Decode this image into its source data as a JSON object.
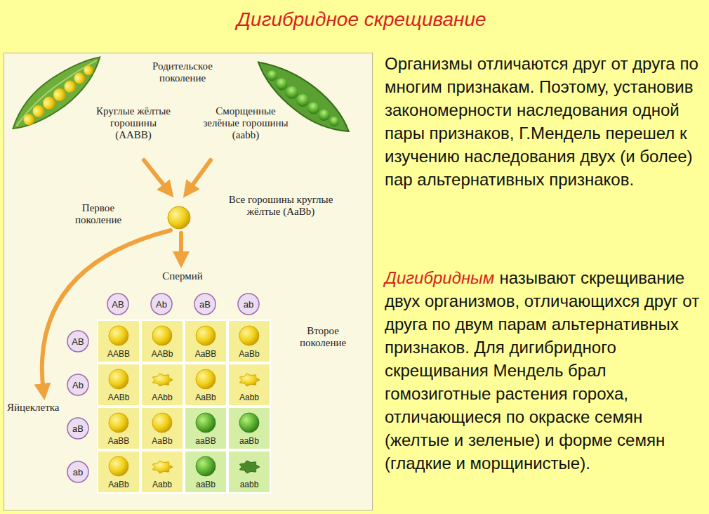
{
  "diagram": {
    "title": "Дигибридное скрещивание",
    "nodes": [
      {
        "text": [
          "AB"
        ]
      },
      {
        "text": [
          "Ab"
        ]
      },
      {
        "text": [
          "aB"
        ]
      },
      {
        "text": [
          "ab"
        ]
      },
      {
        "text": [
          "AB"
        ]
      },
      {
        "text": [
          "AABB"
        ]
      },
      {
        "text": [
          "AABb"
        ]
      },
      {
        "text": [
          "AaBB"
        ]
      },
      {
        "text": [
          "AaBb"
        ]
      },
      {
        "text": [
          "Ab"
        ]
      },
      {
        "text": [
          "AABb"
        ]
      },
      {
        "text": [
          "AAbb"
        ]
      },
      {
        "text": [
          "AaBb"
        ]
      },
      {
        "text": [
          "Aabb"
        ]
      },
      {
        "text": [
          "aB"
        ]
      },
      {
        "text": [
          "AaBB"
        ]
      },
      {
        "text": [
          "AaBb"
        ]
      },
      {
        "text": [
          "aaBB"
        ]
      },
      {
        "text": [
          "aaBb"
        ]
      },
      {
        "text": [
          "ab"
        ]
      },
      {
        "text": [
          "AaBb"
        ]
      },
      {
        "text": [
          "Aabb"
        ]
      },
      {
        "text": [
          "aaBb"
        ]
      },
      {
        "text": [
          "aabb"
        ]
      }
    ],
    "labels": [
      "Родительское поколение",
      "Круглые жёлтые горошины (AABB)",
      "Сморщенные зелёные горошины (aabb)",
      "Первое поколение",
      "Все горошины круглые жёлтые (AaBb)",
      "Спермий",
      "Второе поколение",
      "Яйцеклетка",
      "Организмы отличаются друг от друга по многим признакам. Поэтому, установив закономерности наследования одной пары признаков, Г.Мендель перешел к изучению наследования двух (и более) пар альтернативных признаков.",
      "Дигибридным",
      "называют скрещивание двух организмов, отличающихся друг от друга по двум парам альтернативных признаков. Для дигибридного скрещивания Мендель брал гомозиготные растения гороха, отличающиеся по окраске семян (желтые и зеленые) и форме семян (гладкие и морщинистые)."
    ]
  }
}
